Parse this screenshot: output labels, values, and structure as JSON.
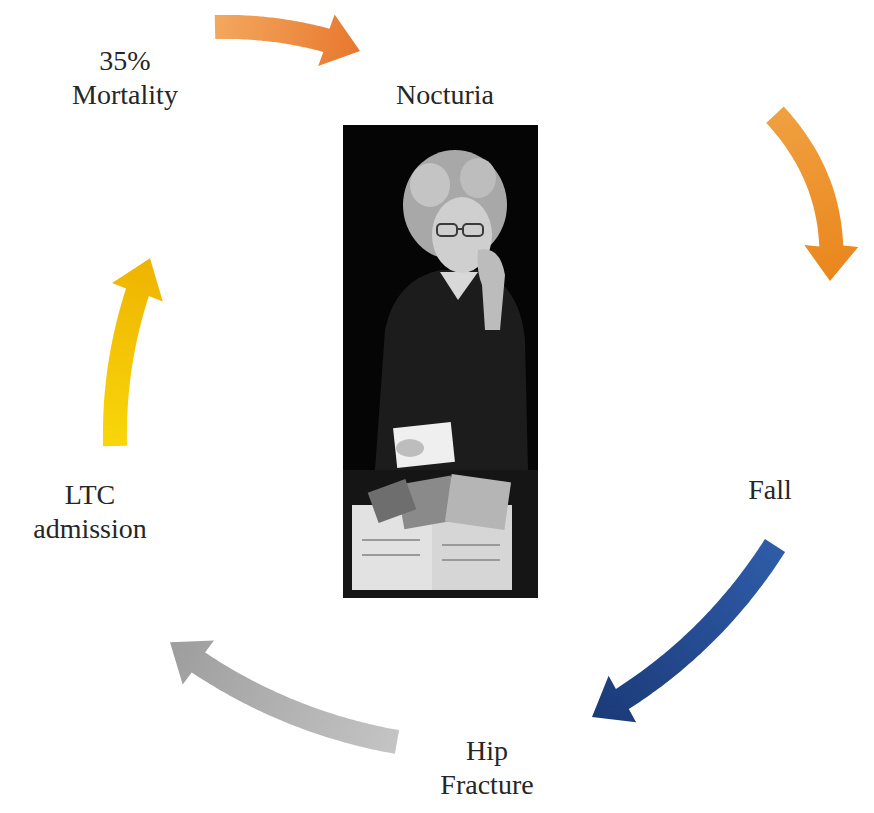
{
  "diagram": {
    "nodes": [
      {
        "text": [
          "35% Mortality"
        ]
      },
      {
        "text": [
          "Nocturia"
        ]
      },
      {
        "text": [
          "Fall"
        ]
      },
      {
        "text": [
          "Hip Fracture"
        ]
      },
      {
        "text": [
          "LTC admission"
        ]
      }
    ],
    "edges": [
      {
        "from": 0,
        "to": 1,
        "arrow": "to"
      },
      {
        "from": 1,
        "to": 2,
        "arrow": "to"
      },
      {
        "from": 2,
        "to": 3,
        "arrow": "to"
      },
      {
        "from": 3,
        "to": 4,
        "arrow": "to"
      },
      {
        "from": 4,
        "to": 0,
        "arrow": "to"
      }
    ]
  }
}
